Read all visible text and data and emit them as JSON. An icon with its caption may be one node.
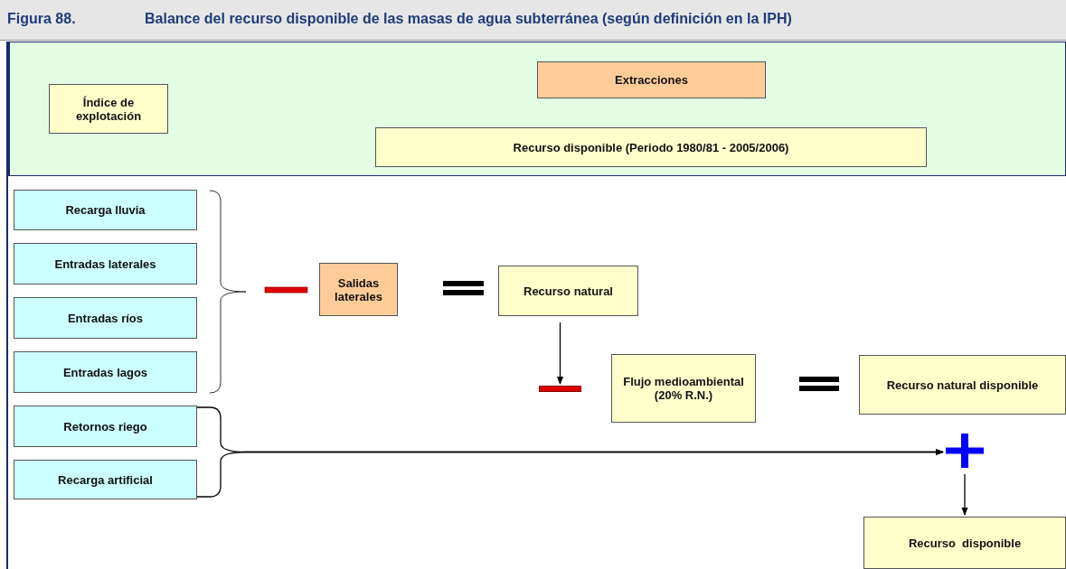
{
  "diagram": {
    "title": "Balance del recurso disponible de las masas de agua subterránea (según definición en la IPH)",
    "nodes": [
      {
        "text": [],
        "shape": "box"
      },
      {
        "text": [
          "Índice de explotación"
        ],
        "in": 0
      },
      {
        "text": [
          "Extracciones"
        ],
        "in": 0
      },
      {
        "text": [
          "Recurso disponible (Periodo 1980/81 - 2005/2006)"
        ],
        "in": 0
      },
      {
        "text": [
          "Recarga lluvia"
        ]
      },
      {
        "text": [
          "Entradas laterales"
        ]
      },
      {
        "text": [
          "Entradas ríos"
        ]
      },
      {
        "text": [
          "Entradas lagos"
        ]
      },
      {
        "text": [
          "Salidas laterales"
        ]
      },
      {
        "text": [
          "Recurso natural"
        ]
      },
      {
        "text": [
          "Flujo medioambiental (20% R.N.)"
        ]
      },
      {
        "text": [
          "Recurso natural disponible"
        ]
      },
      {
        "text": [
          "Retornos riego"
        ]
      },
      {
        "text": [
          "Recarga artificial"
        ]
      },
      {
        "text": [
          "Recurso  disponible"
        ]
      },
      {
        "text": [],
        "shape": "bar"
      },
      {
        "text": [],
        "shape": "cross"
      }
    ],
    "edges": [
      {
        "from": 9,
        "to": 15,
        "arrow": "to"
      },
      {
        "from": 12,
        "to": 16,
        "arrow": "to"
      },
      {
        "from": 13,
        "to": 16,
        "arrow": "to"
      },
      {
        "from": 16,
        "to": 14,
        "arrow": "to"
      }
    ],
    "labels": [
      "Figura 88."
    ]
  }
}
